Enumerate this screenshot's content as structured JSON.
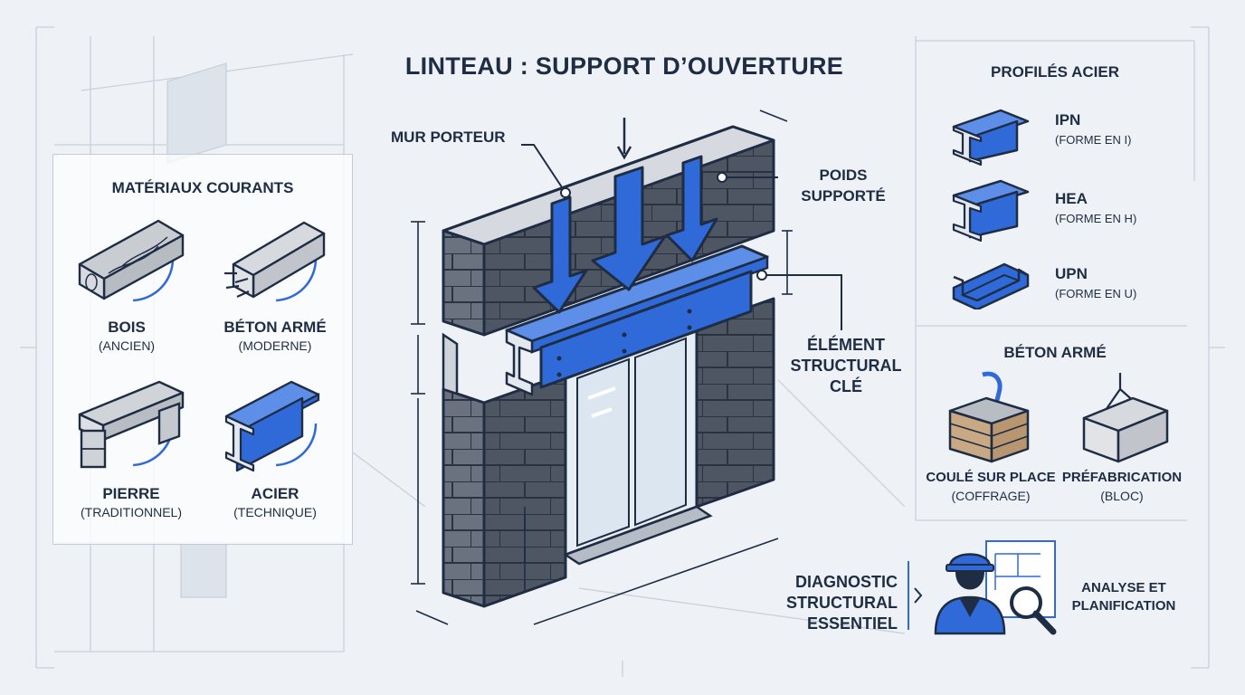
{
  "title": "LINTEAU : SUPPORT D’OUVERTURE",
  "materials": {
    "heading": "MATÉRIAUX COURANTS",
    "items": [
      {
        "name": "BOIS",
        "note": "(ANCIEN)",
        "icon": "wood-beam-icon"
      },
      {
        "name": "BÉTON ARMÉ",
        "note": "(MODERNE)",
        "icon": "concrete-beam-icon"
      },
      {
        "name": "PIERRE",
        "note": "(TRADITIONNEL)",
        "icon": "stone-lintel-icon"
      },
      {
        "name": "ACIER",
        "note": "(TECHNIQUE)",
        "icon": "steel-beam-icon"
      }
    ]
  },
  "callouts": {
    "wall": "MUR PORTEUR",
    "load_line1": "POIDS",
    "load_line2": "SUPPORTÉ",
    "key_line1": "ÉLÉMENT",
    "key_line2": "STRUCTURAL",
    "key_line3": "CLÉ"
  },
  "profiles": {
    "heading": "PROFILÉS ACIER",
    "items": [
      {
        "name": "IPN",
        "note": "(FORME EN I)",
        "icon": "i-beam-icon"
      },
      {
        "name": "HEA",
        "note": "(FORME EN H)",
        "icon": "h-beam-icon"
      },
      {
        "name": "UPN",
        "note": "(FORME EN U)",
        "icon": "u-channel-icon"
      }
    ]
  },
  "concrete": {
    "heading": "BÉTON ARMÉ",
    "items": [
      {
        "name": "COULÉ SUR PLACE",
        "note": "(COFFRAGE)",
        "icon": "formwork-pour-icon"
      },
      {
        "name": "PRÉFABRICATION",
        "note": "(BLOC)",
        "icon": "precast-block-icon"
      }
    ]
  },
  "diagnostic": {
    "line1": "DIAGNOSTIC",
    "line2": "STRUCTURAL",
    "line3": "ESSENTIEL",
    "action_line1": "ANALYSE ET",
    "action_line2": "PLANIFICATION",
    "icon": "engineer-inspect-icon"
  },
  "colors": {
    "accent_blue": "#2f6ad8",
    "ink": "#1f2d44",
    "brick": "#4e5663",
    "background": "#eef1f5"
  }
}
